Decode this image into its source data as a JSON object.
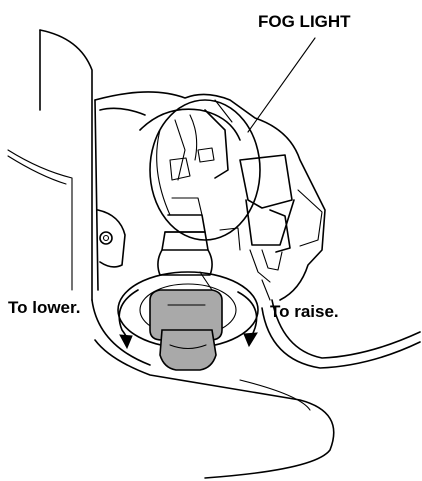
{
  "diagram": {
    "labels": {
      "fog_light": "FOG LIGHT",
      "to_lower": "To lower.",
      "to_raise": "To raise."
    },
    "colors": {
      "line": "#000000",
      "knob_fill": "#a9a9a9",
      "background": "#ffffff"
    }
  }
}
